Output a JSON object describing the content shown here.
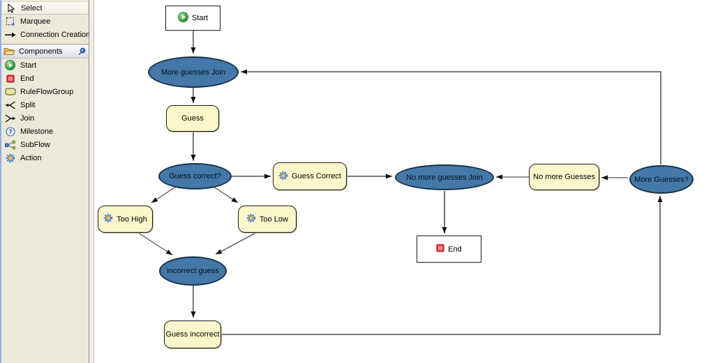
{
  "palette": {
    "tools": [
      {
        "label": "Select",
        "icon": "select-cursor-icon",
        "selected": true
      },
      {
        "label": "Marquee",
        "icon": "marquee-icon",
        "selected": false
      },
      {
        "label": "Connection Creation",
        "icon": "connection-arrow-icon",
        "selected": false
      }
    ],
    "group": {
      "label": "Components",
      "icon": "folder-icon",
      "pin_icon": "pin-icon"
    },
    "components": [
      {
        "label": "Start",
        "icon": "start-play-icon"
      },
      {
        "label": "End",
        "icon": "end-stop-icon"
      },
      {
        "label": "RuleFlowGroup",
        "icon": "ruleflowgroup-icon"
      },
      {
        "label": "Split",
        "icon": "split-icon"
      },
      {
        "label": "Join",
        "icon": "join-icon"
      },
      {
        "label": "Milestone",
        "icon": "milestone-icon"
      },
      {
        "label": "SubFlow",
        "icon": "subflow-icon"
      },
      {
        "label": "Action",
        "icon": "action-gear-icon"
      }
    ]
  },
  "canvas": {
    "nodes": [
      {
        "id": "start",
        "type": "start",
        "label": "Start",
        "icon": "play-icon"
      },
      {
        "id": "more-guesses-join",
        "type": "join",
        "label": "More guesses Join"
      },
      {
        "id": "guess",
        "type": "ruleflowgroup",
        "label": "Guess"
      },
      {
        "id": "guess-correct",
        "type": "split",
        "label": "Guess  correct?"
      },
      {
        "id": "guess-correct-action",
        "type": "action",
        "label": "Guess Correct",
        "icon": "gear-icon"
      },
      {
        "id": "no-more-guesses-join",
        "type": "join",
        "label": "No more guesses Join"
      },
      {
        "id": "no-more-guesses",
        "type": "ruleflowgroup",
        "label": "No more Guesses"
      },
      {
        "id": "more-guesses",
        "type": "split",
        "label": "More Guesses?"
      },
      {
        "id": "too-high",
        "type": "action",
        "label": "Too High",
        "icon": "gear-icon"
      },
      {
        "id": "too-low",
        "type": "action",
        "label": "Too Low",
        "icon": "gear-icon"
      },
      {
        "id": "incorrect-guess",
        "type": "join",
        "label": "incorrect guess"
      },
      {
        "id": "guess-incorrect",
        "type": "ruleflowgroup",
        "label": "Guess incorrect"
      },
      {
        "id": "end",
        "type": "end",
        "label": "End",
        "icon": "stop-icon"
      }
    ],
    "edges": [
      {
        "from": "start",
        "to": "more-guesses-join"
      },
      {
        "from": "more-guesses-join",
        "to": "guess"
      },
      {
        "from": "guess",
        "to": "guess-correct"
      },
      {
        "from": "guess-correct",
        "to": "guess-correct-action"
      },
      {
        "from": "guess-correct-action",
        "to": "no-more-guesses-join"
      },
      {
        "from": "no-more-guesses-join",
        "to": "end"
      },
      {
        "from": "more-guesses",
        "to": "no-more-guesses"
      },
      {
        "from": "no-more-guesses",
        "to": "no-more-guesses-join"
      },
      {
        "from": "more-guesses",
        "to": "more-guesses-join"
      },
      {
        "from": "guess-correct",
        "to": "too-high"
      },
      {
        "from": "guess-correct",
        "to": "too-low"
      },
      {
        "from": "too-high",
        "to": "incorrect-guess"
      },
      {
        "from": "too-low",
        "to": "incorrect-guess"
      },
      {
        "from": "incorrect-guess",
        "to": "guess-incorrect"
      },
      {
        "from": "guess-incorrect",
        "to": "more-guesses"
      }
    ],
    "colors": {
      "ellipse_fill": "#4478a8",
      "ellipse_border": "#17334c",
      "rule_node_fill": "#fcf7cb",
      "palette_bg": "#ece9d8",
      "canvas_bg": "#ffffff"
    }
  }
}
